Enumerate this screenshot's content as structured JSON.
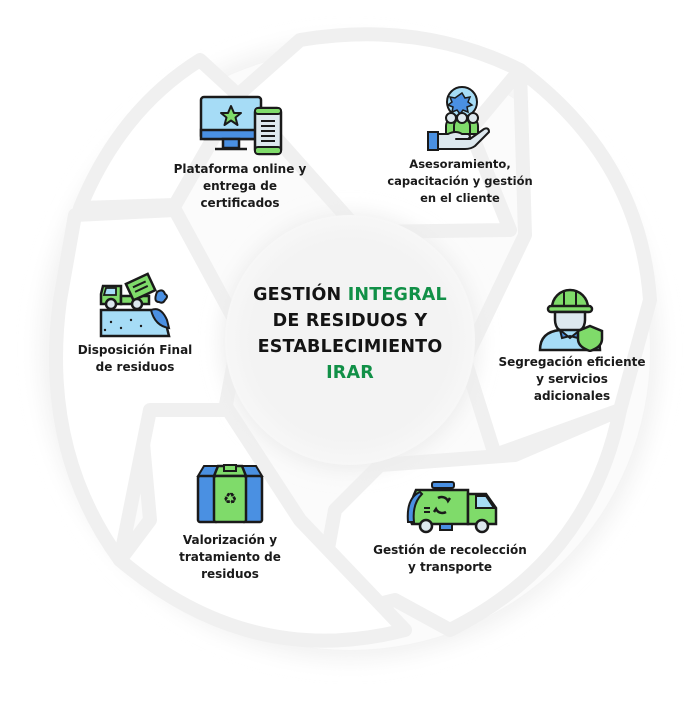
{
  "center": {
    "line1_a": "GESTIÓN ",
    "line1_b": "INTEGRAL",
    "line2": "DE RESIDUOS Y",
    "line3": "ESTABLECIMIENTO",
    "line4": "IRAR"
  },
  "colors": {
    "accent_green": "#119047",
    "icon_green": "#7fdb6a",
    "icon_blue": "#4a90e2",
    "icon_light_blue": "#a6dcf6",
    "outline": "#1a1a1a"
  },
  "steps": [
    {
      "id": "plataforma",
      "label_lines": [
        "Plataforma online y",
        "entrega de",
        "certificados"
      ],
      "icon": "monitor-phone-icon"
    },
    {
      "id": "asesoramiento",
      "label_lines": [
        "Asesoramiento,",
        "capacitación y gestión",
        "en el cliente"
      ],
      "icon": "hand-people-icon"
    },
    {
      "id": "segregacion",
      "label_lines": [
        "Segregación eficiente",
        "y servicios",
        "adicionales"
      ],
      "icon": "worker-shield-icon"
    },
    {
      "id": "recoleccion",
      "label_lines": [
        "Gestión de recolección",
        "y transporte"
      ],
      "icon": "garbage-truck-icon"
    },
    {
      "id": "valorizacion",
      "label_lines": [
        "Valorización y",
        "tratamiento de",
        "residuos"
      ],
      "icon": "recycle-bins-icon"
    },
    {
      "id": "disposicion",
      "label_lines": [
        "Disposición Final",
        "de residuos"
      ],
      "icon": "dump-truck-landfill-icon"
    }
  ]
}
